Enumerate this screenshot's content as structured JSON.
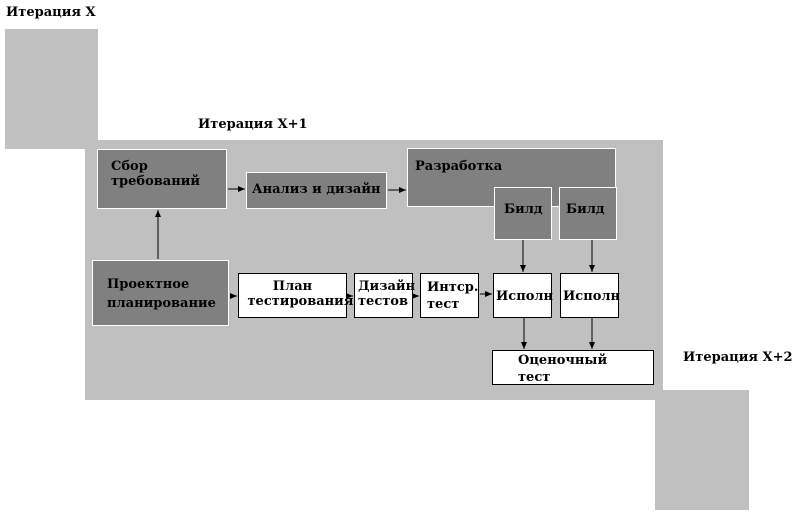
{
  "iterations": {
    "x": "Итерация X",
    "x1": "Итерация X+1",
    "x2": "Итерация X+2"
  },
  "boxes": {
    "requirements": "Сбор требований",
    "analysis": "Анализ и дизайн",
    "development": "Разработка",
    "build1": "Билд",
    "build2": "Билд",
    "project_planning": "Проектное планирование",
    "test_plan": "План тестирования",
    "test_design": "Дизайн тестов",
    "integration_test": "Интср. тест",
    "execute1": "Исполн",
    "execute2": "Исполн",
    "evaluation_test": "Оценочный тест"
  },
  "colors": {
    "iteration_bg": "#c0c0c0",
    "dark_box": "#808080",
    "light_box": "#ffffff"
  }
}
